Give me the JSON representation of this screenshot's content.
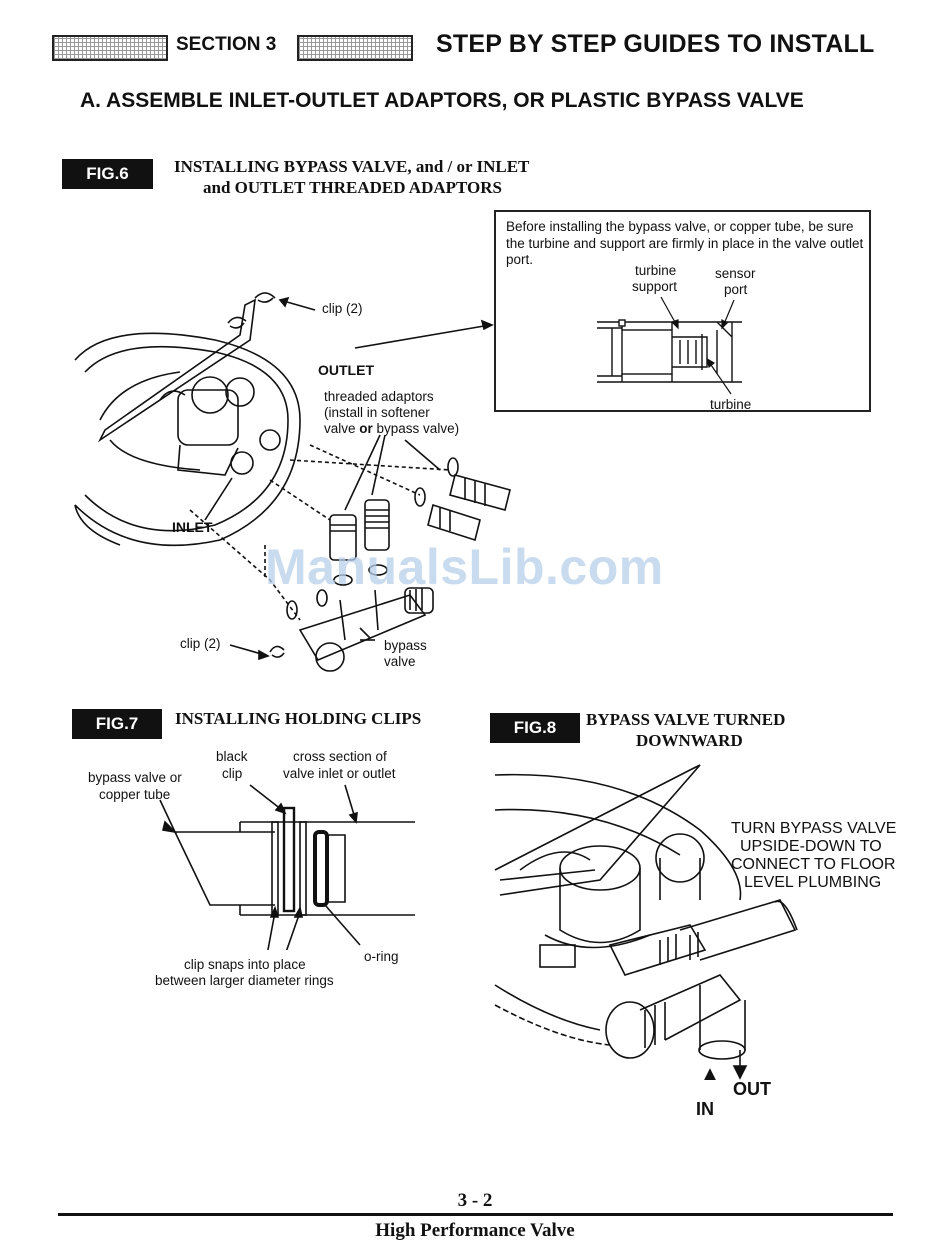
{
  "header": {
    "section_label": "SECTION 3",
    "title": "STEP BY STEP GUIDES TO INSTALL",
    "subtitle": "A.  ASSEMBLE INLET-OUTLET ADAPTORS, OR PLASTIC BYPASS VALVE"
  },
  "fig6": {
    "tag": "FIG.6",
    "caption_line1": "INSTALLING BYPASS VALVE, and / or INLET",
    "caption_line2": "and OUTLET THREADED ADAPTORS",
    "label_clip_top": "clip (2)",
    "label_outlet": "OUTLET",
    "label_threaded_1": "threaded adaptors",
    "label_threaded_2": "(install in softener",
    "label_threaded_3a": "valve ",
    "label_threaded_3b": "or",
    "label_threaded_3c": " bypass valve)",
    "label_inlet": "INLET",
    "label_clip_bottom": "clip (2)",
    "label_bypass_1": "bypass",
    "label_bypass_2": "valve",
    "note": {
      "text": "Before installing the bypass valve, or copper tube, be sure the turbine and support are firmly in place in the valve outlet port.",
      "turbine_support_1": "turbine",
      "turbine_support_2": "support",
      "sensor_port_1": "sensor",
      "sensor_port_2": "port",
      "turbine": "turbine"
    }
  },
  "fig7": {
    "tag": "FIG.7",
    "caption": "INSTALLING HOLDING CLIPS",
    "label_black_clip_1": "black",
    "label_black_clip_2": "clip",
    "label_cross_1": "cross section of",
    "label_cross_2": "valve inlet or outlet",
    "label_bypass_1": "bypass valve or",
    "label_bypass_2": "copper tube",
    "label_oring": "o-ring",
    "label_snap_1": "clip snaps into place",
    "label_snap_2": "between larger diameter rings"
  },
  "fig8": {
    "tag": "FIG.8",
    "caption_line1": "BYPASS VALVE TURNED",
    "caption_line2": "DOWNWARD",
    "note_1": "TURN BYPASS VALVE",
    "note_2": "UPSIDE-DOWN TO",
    "note_3": "CONNECT TO FLOOR",
    "note_4": "LEVEL PLUMBING",
    "label_in": "IN",
    "label_out": "OUT"
  },
  "watermark": "ManualsLib.com",
  "footer": {
    "page_number": "3 - 2",
    "title": "High Performance Valve"
  }
}
